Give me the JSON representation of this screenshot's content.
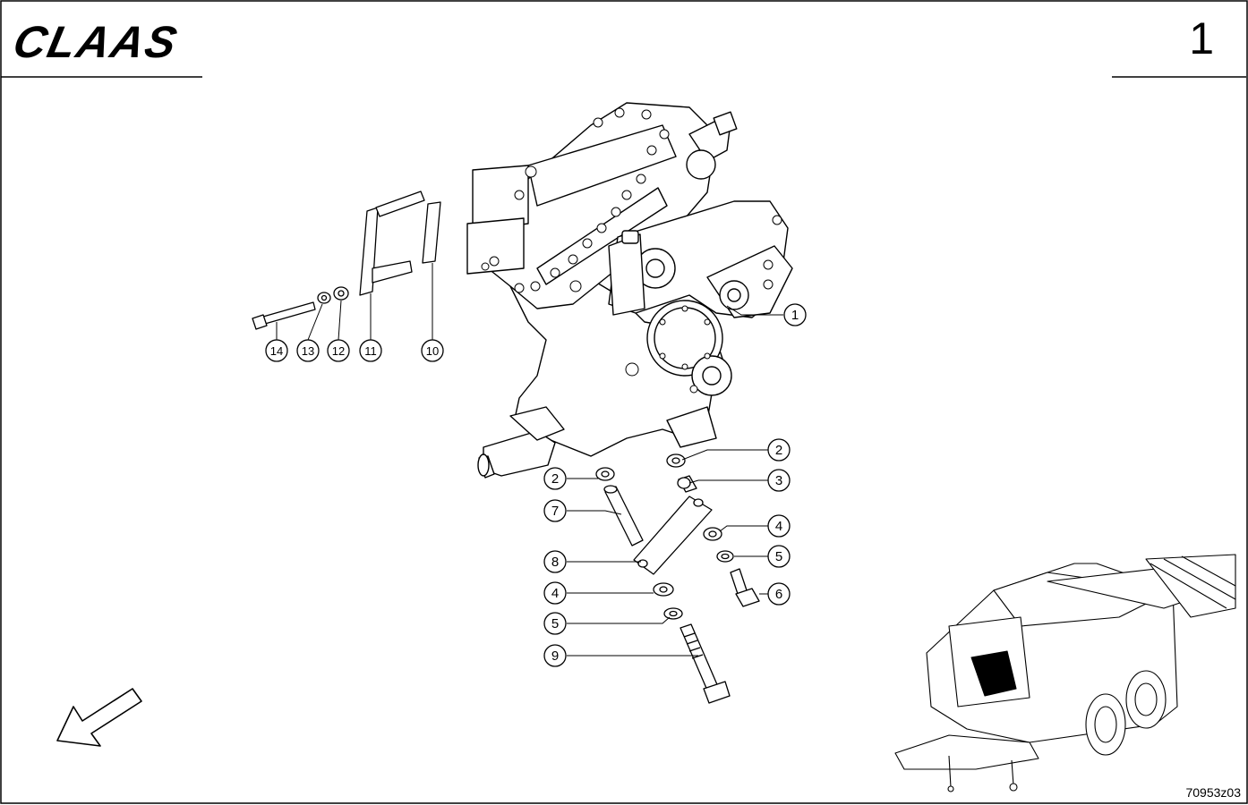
{
  "header": {
    "brand": "CLAAS",
    "page_number": "1"
  },
  "footer": {
    "drawing_ref": "70953z03"
  },
  "callouts": [
    {
      "label": "1"
    },
    {
      "label": "2"
    },
    {
      "label": "2"
    },
    {
      "label": "3"
    },
    {
      "label": "4"
    },
    {
      "label": "5"
    },
    {
      "label": "6"
    },
    {
      "label": "7"
    },
    {
      "label": "8"
    },
    {
      "label": "4"
    },
    {
      "label": "5"
    },
    {
      "label": "9"
    },
    {
      "label": "14"
    },
    {
      "label": "13"
    },
    {
      "label": "12"
    },
    {
      "label": "11"
    },
    {
      "label": "10"
    }
  ],
  "icons": {
    "direction": "direction-arrow-icon"
  }
}
